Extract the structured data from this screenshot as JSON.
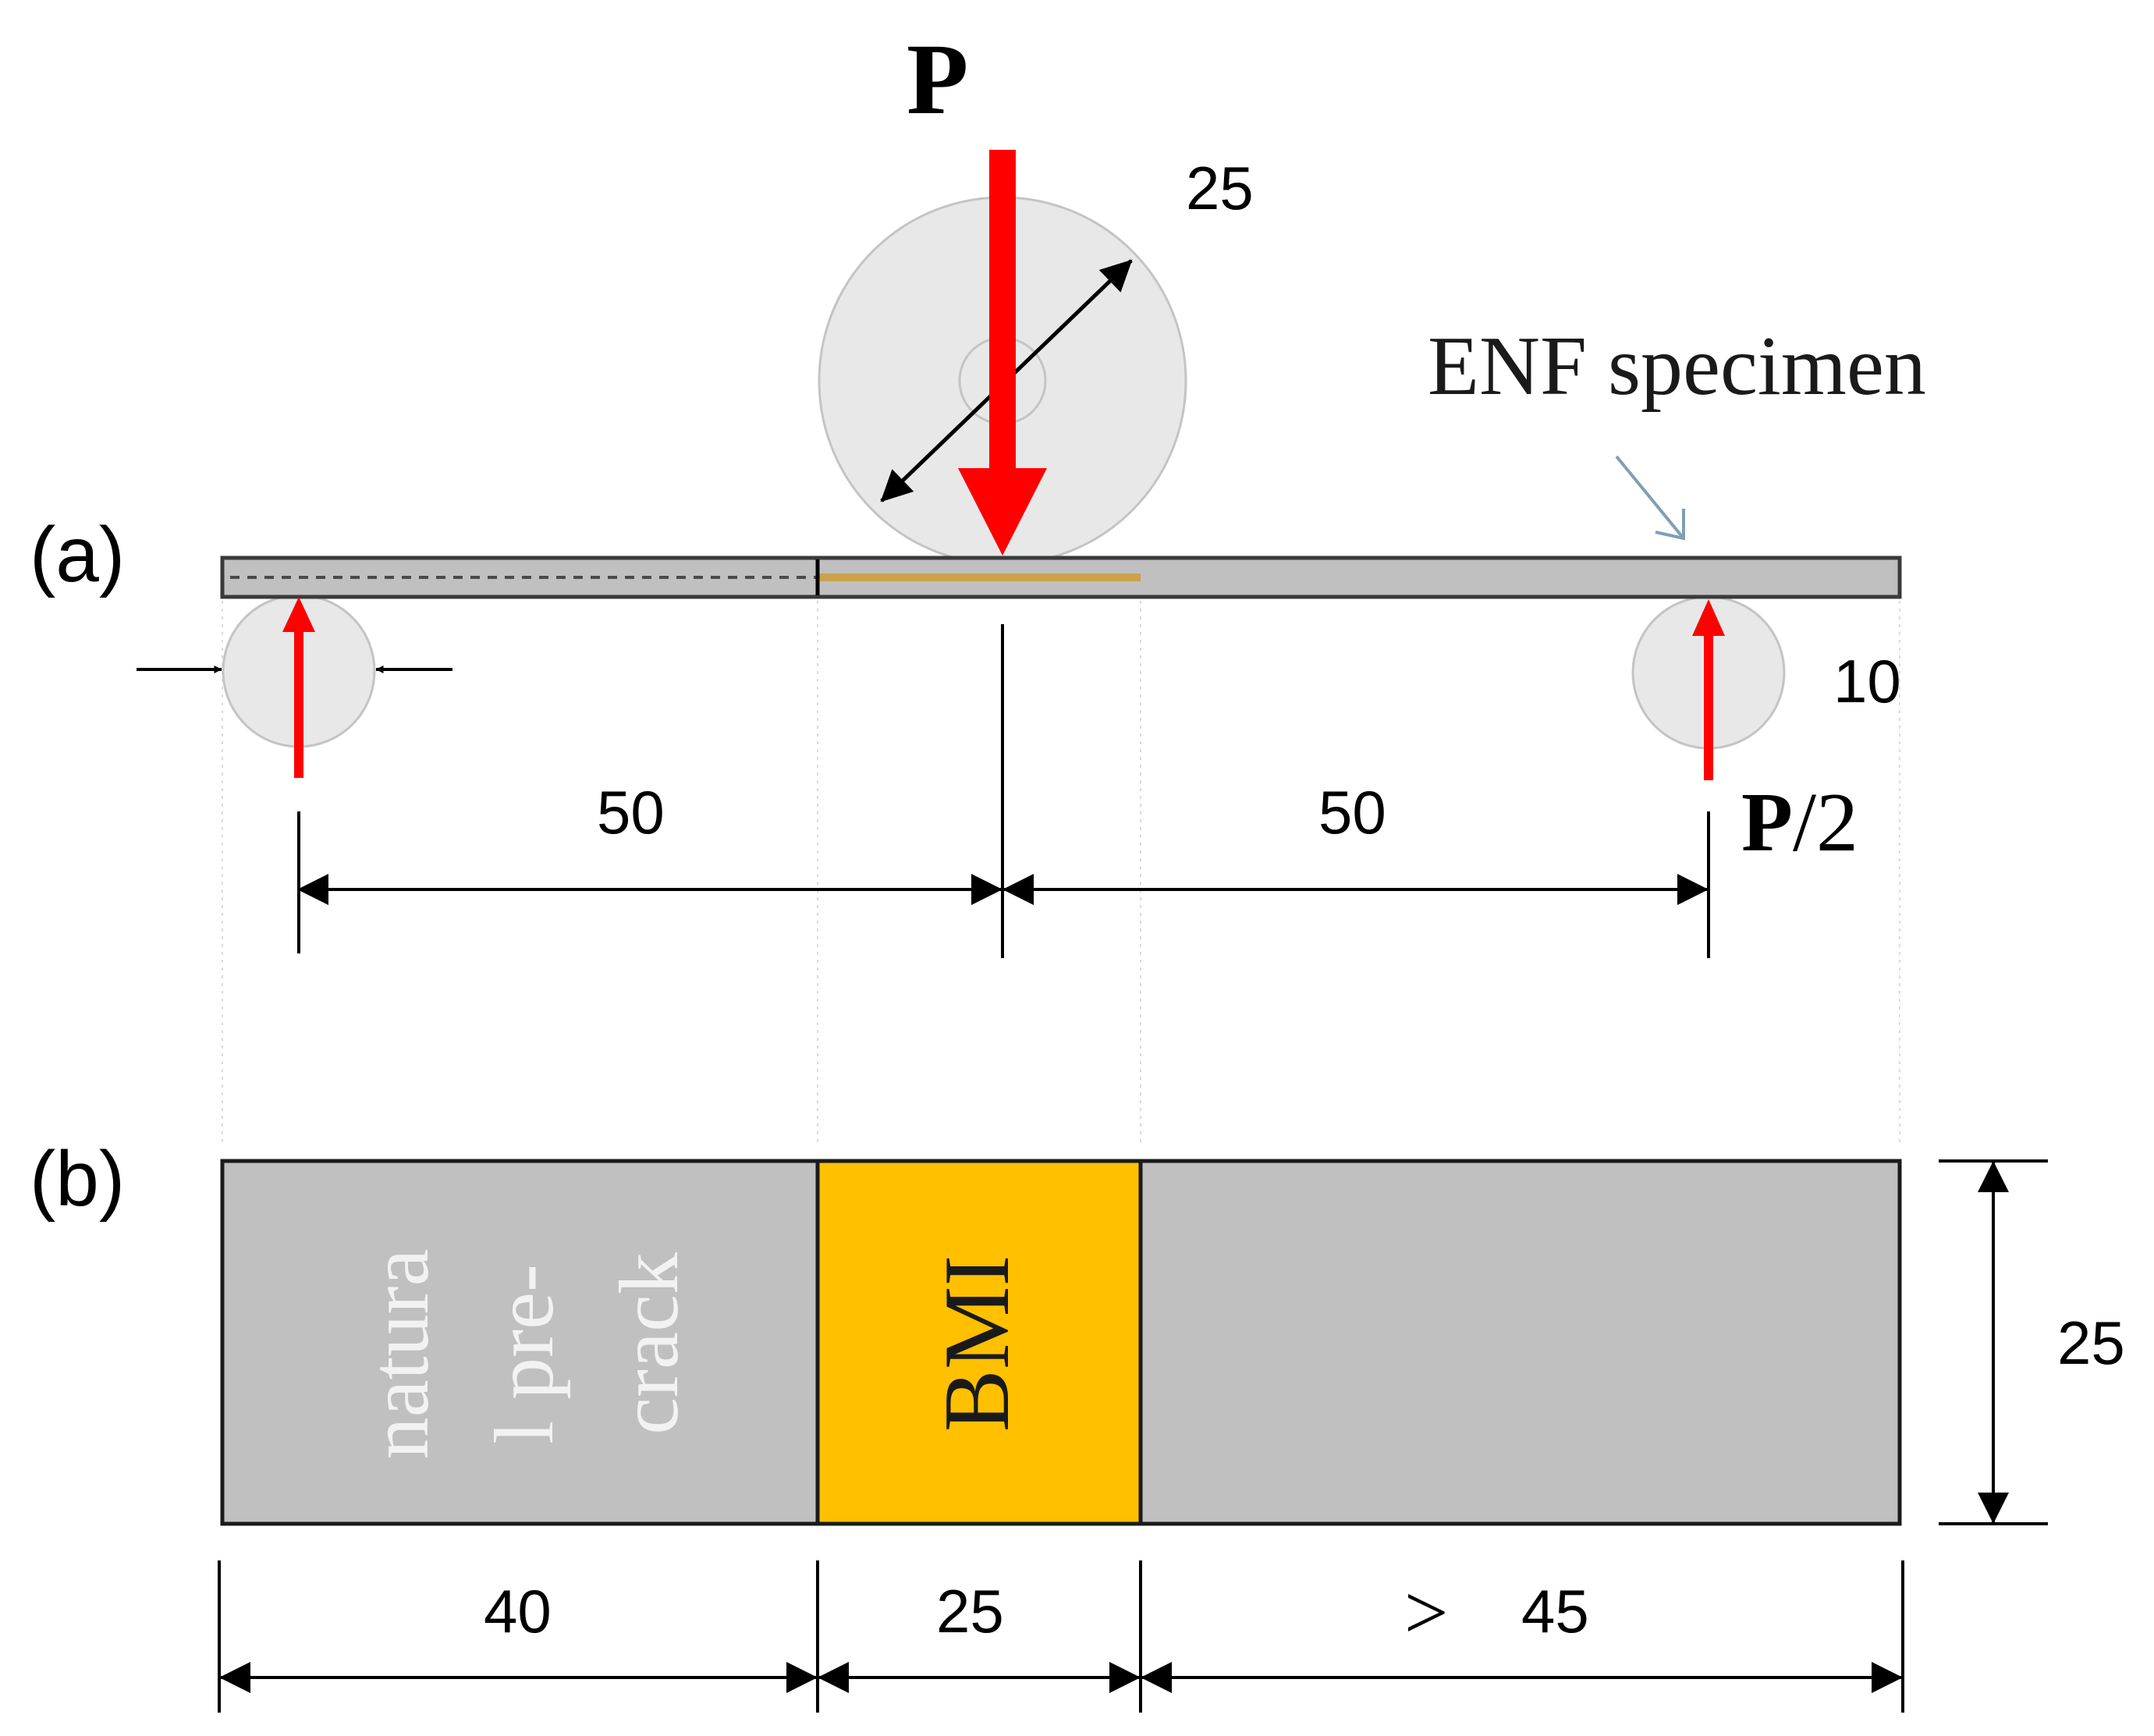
{
  "panel_a": {
    "label": "(a)",
    "load_symbol": "P",
    "reaction_symbol_bold": "P",
    "reaction_symbol_rest": "/2",
    "loading_roller_diameter": "25",
    "support_roller_diameter": "10",
    "specimen_label": "ENF specimen",
    "span_left": "50",
    "span_right": "50"
  },
  "panel_b": {
    "label": "(b)",
    "precrack_lines": [
      "natura",
      "l pre-",
      "crack"
    ],
    "bmi_label": "BMI",
    "width": "25",
    "len_precrack": "40",
    "len_bmi": "25",
    "len_rest_symbol": ">",
    "len_rest": "45"
  },
  "colors": {
    "laminate": "#c0c0c0",
    "bmi": "#ffc000",
    "load_arrow": "#ff0000",
    "roller": "#e8e8e8",
    "precrack_text": "#f2f2f2",
    "specimen_pointer": "#7f9fb5"
  }
}
